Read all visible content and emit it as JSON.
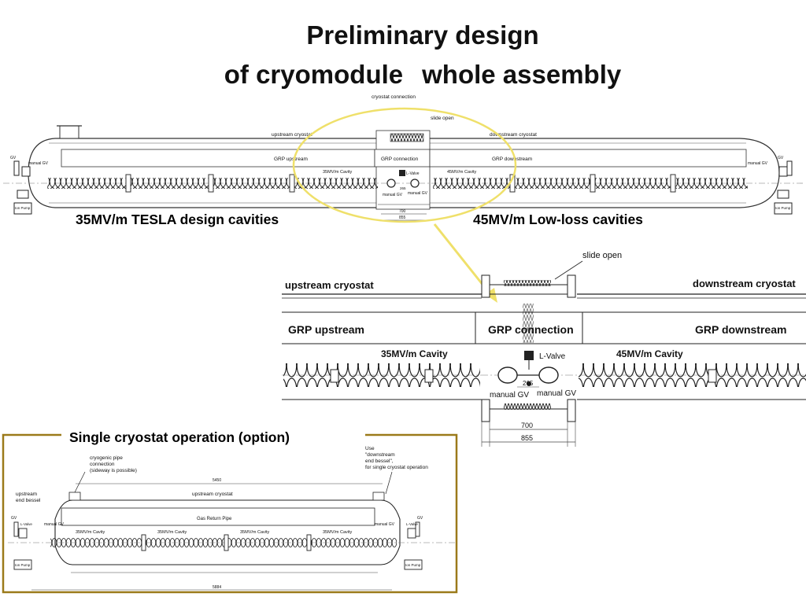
{
  "title": {
    "line1": "Preliminary design",
    "line2a": "of cryomodule",
    "line2b": "whole assembly"
  },
  "top_diagram": {
    "cryostat_connection": "cryostat connection",
    "slide_open": "slide open",
    "upstream_cryostat": "upstream cryostat",
    "downstream_cryostat": "downstream cryostat",
    "grp_upstream": "GRP upstream",
    "grp_connection": "GRP connection",
    "grp_downstream": "GRP downstream",
    "cavity_35": "35MV/m Cavity",
    "cavity_45": "45MV/m Cavity",
    "l_valve": "L-Valve",
    "manual_gv": "manual GV",
    "gv": "GV",
    "ion_pump": "Ion Pump",
    "dim_265": "265",
    "dim_700": "700",
    "dim_855": "855"
  },
  "captions": {
    "tesla": "35MV/m TESLA design cavities",
    "lowloss": "45MV/m Low-loss cavities"
  },
  "zoom_diagram": {
    "slide_open": "slide open",
    "upstream_cryostat": "upstream cryostat",
    "downstream_cryostat": "downstream cryostat",
    "grp_upstream": "GRP upstream",
    "grp_connection": "GRP connection",
    "grp_downstream": "GRP downstream",
    "cavity_35": "35MV/m Cavity",
    "cavity_45": "45MV/m Cavity",
    "l_valve": "L-Valve",
    "manual_gv_left": "manual GV",
    "manual_gv_right": "manual GV",
    "dim_265": "265",
    "dim_700": "700",
    "dim_855": "855"
  },
  "single_panel": {
    "heading": "Single cryostat operation (option)",
    "pipe_note_1": "cryogenic pipe",
    "pipe_note_2": "connection",
    "pipe_note_3": "(sideway is possible)",
    "use_note_1": "Use",
    "use_note_2": "\"downstream",
    "use_note_3": "end bessel\",",
    "use_note_4": "for single cryostat operation",
    "upstream_end_1": "upstream",
    "upstream_end_2": "end bessel",
    "dim_5450": "5450",
    "dim_5884": "5884",
    "upstream_cryostat": "upstream cryostat",
    "gas_return_pipe": "Gas Return Pipe",
    "cavity_label": "35MV/m Cavity",
    "manual_gv": "manual GV",
    "gv": "GV",
    "l_valve": "L-Valve",
    "ion_pump": "Ion Pump"
  },
  "colors": {
    "highlight": "#efe06a",
    "panel_border": "#9b7a1a",
    "line": "#222222"
  }
}
